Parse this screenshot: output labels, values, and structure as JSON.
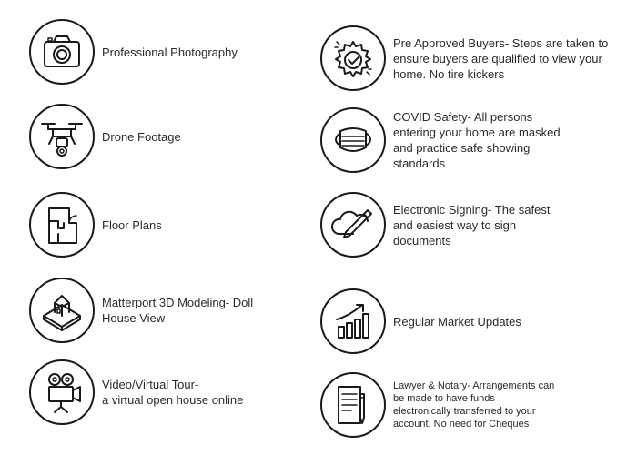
{
  "left_items": [
    {
      "text": "Professional Photography",
      "icon": "camera-icon"
    },
    {
      "text": "Drone Footage",
      "icon": "drone-icon"
    },
    {
      "text": "Floor Plans",
      "icon": "floor-plan-icon"
    },
    {
      "text": "Matterport 3D Modeling- Doll\nHouse View",
      "icon": "3d-model-house-icon"
    },
    {
      "text": "Video/Virtual Tour-\na virtual open house online",
      "icon": "video-camera-icon"
    }
  ],
  "right_items": [
    {
      "text": "Pre Approved Buyers- Steps are taken to\nensure buyers are qualified to view your\nhome. No tire kickers",
      "icon": "gear-check-icon"
    },
    {
      "text": "COVID Safety- All persons\nentering your home are masked\nand practice safe showing\nstandards",
      "icon": "face-mask-icon"
    },
    {
      "text": "Electronic Signing- The safest\nand  easiest way to sign\ndocuments",
      "icon": "cloud-pen-icon"
    },
    {
      "text": "Regular Market Updates",
      "icon": "growth-chart-icon"
    },
    {
      "text": "Lawyer & Notary- Arrangements can\nbe made to have funds\nelectronically transferred to your\naccount. No need for Cheques",
      "icon": "document-pen-icon"
    }
  ]
}
